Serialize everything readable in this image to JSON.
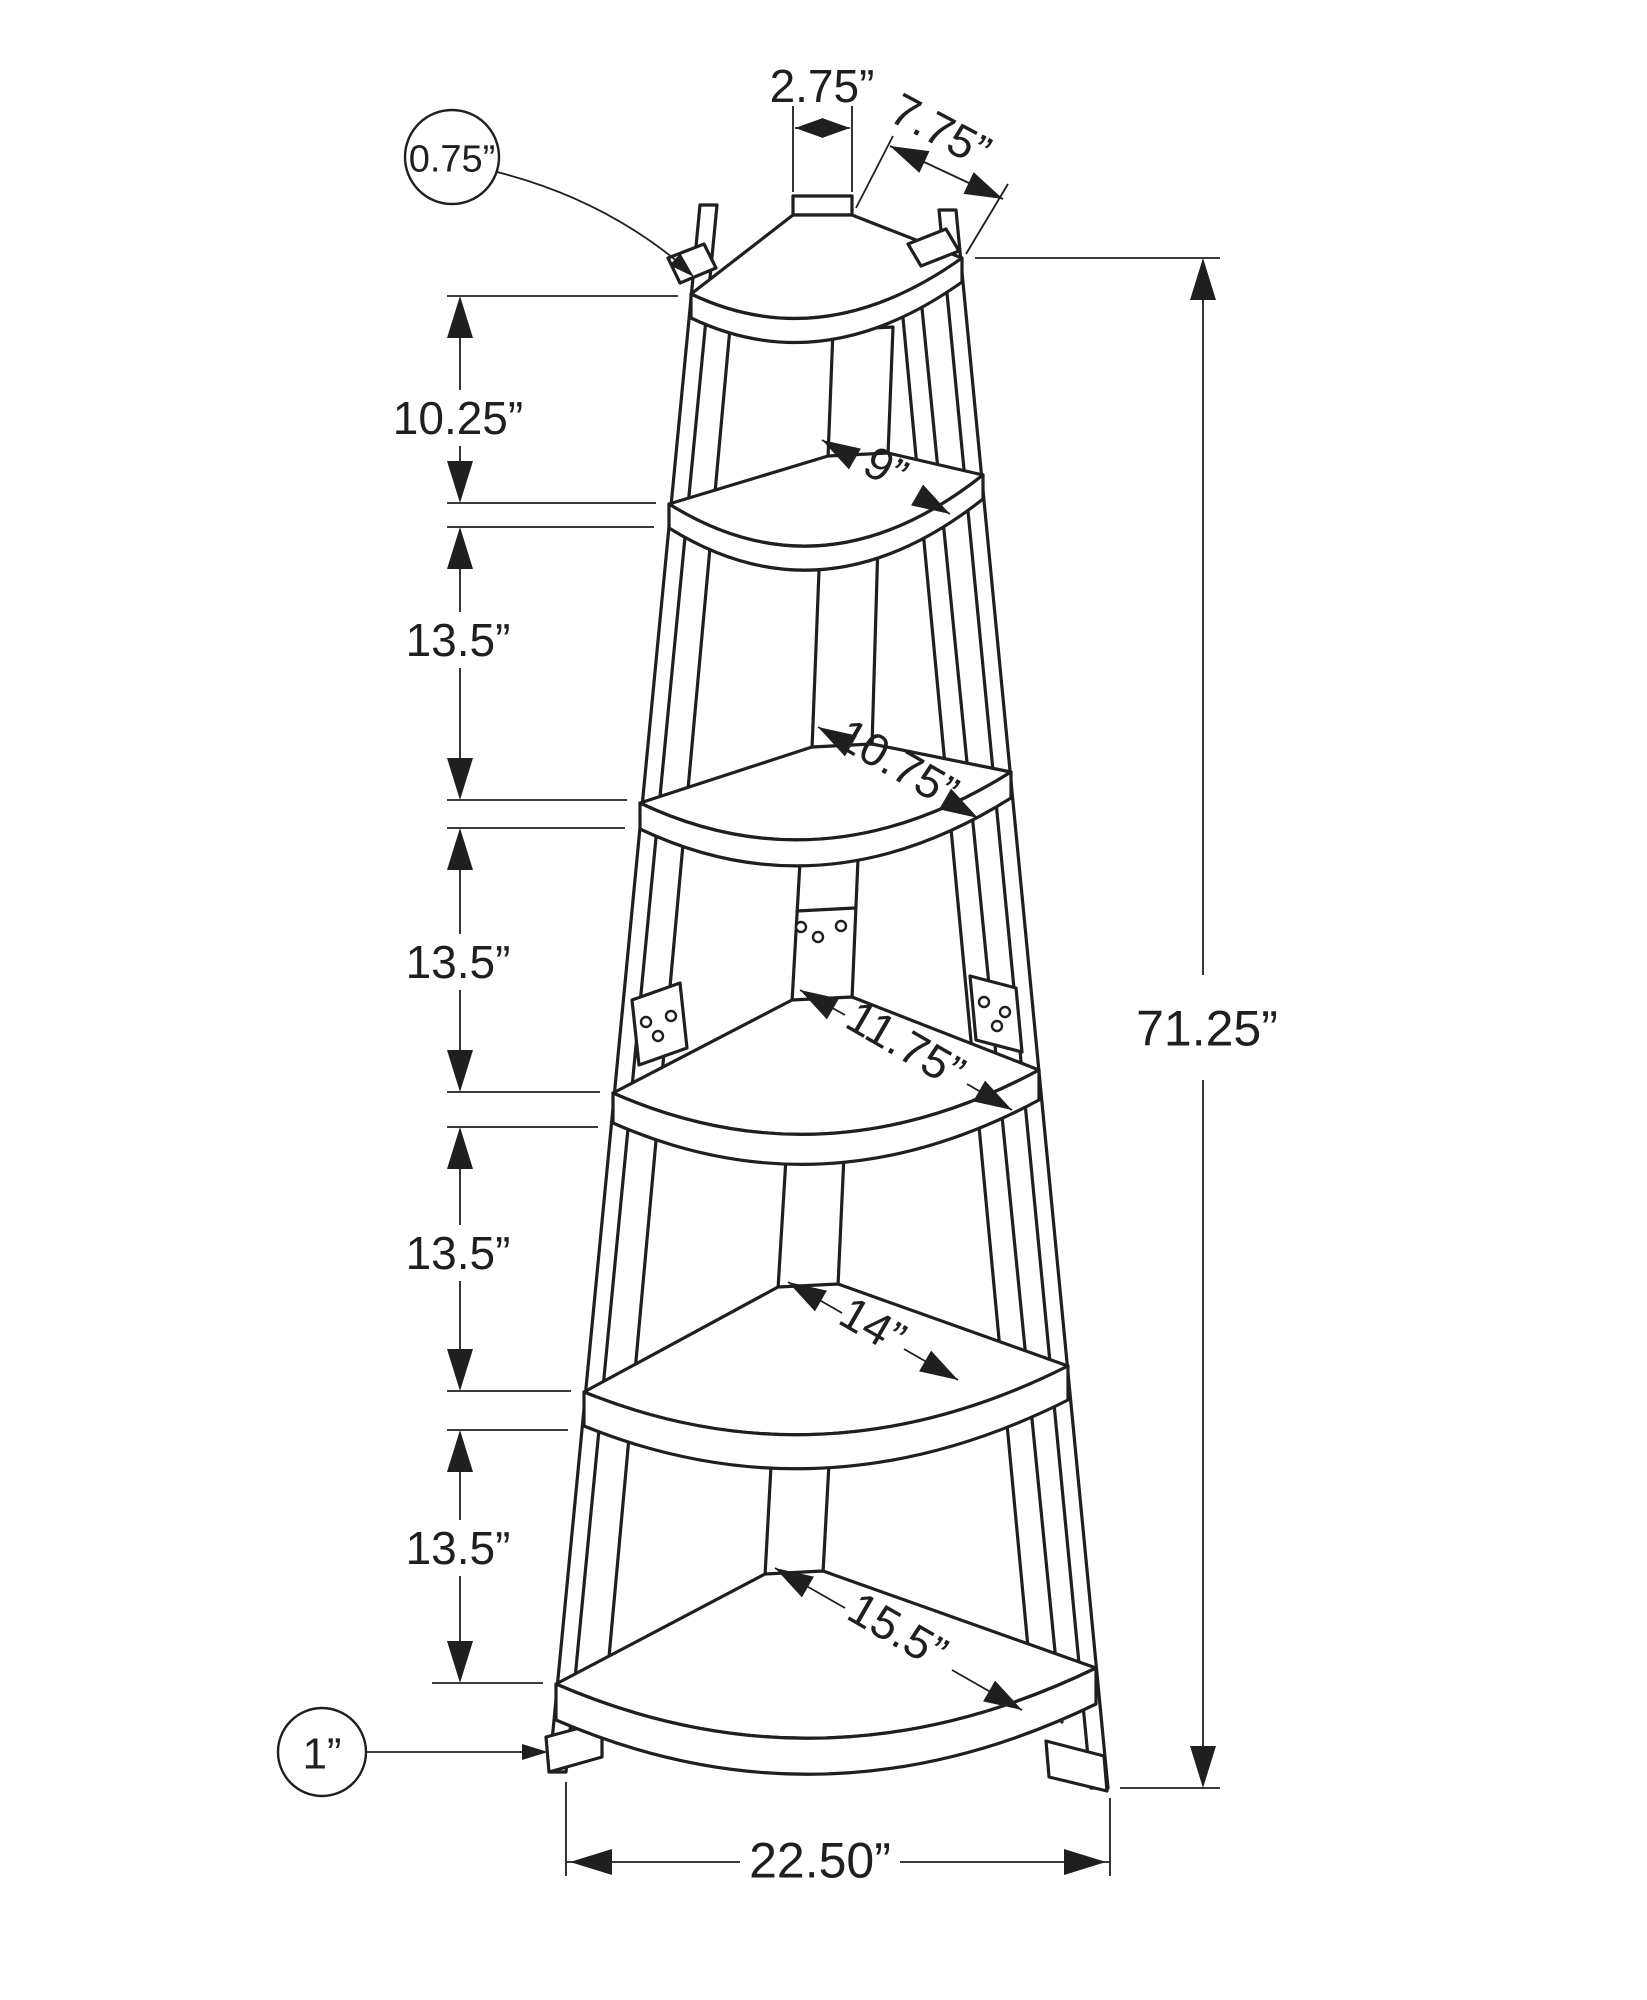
{
  "diagram": {
    "product": "5-tier corner ladder shelf dimension drawing",
    "line_color": "#1f1f1f",
    "background": "#ffffff",
    "top": {
      "cap_width": "2.75”",
      "shelf_depth": "7.75”",
      "shelf_thickness": "0.75”"
    },
    "left_chain": [
      "10.25”",
      "13.5”",
      "13.5”",
      "13.5”",
      "13.5”"
    ],
    "shelf_depths": [
      "9”",
      "10.75”",
      "11.75”",
      "14”",
      "15.5”"
    ],
    "total_height": "71.25”",
    "base_width": "22.50”",
    "foot_height": "1”"
  }
}
